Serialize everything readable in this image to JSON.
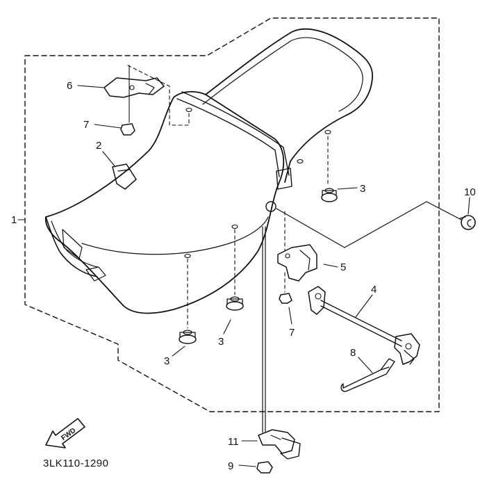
{
  "diagram": {
    "part_code": "3LK110-1290",
    "forward_label": "FWD",
    "callouts": {
      "c1": "1",
      "c2": "2",
      "c3a": "3",
      "c3b": "3",
      "c3c": "3",
      "c4": "4",
      "c5": "5",
      "c6": "6",
      "c7a": "7",
      "c7b": "7",
      "c8": "8",
      "c9": "9",
      "c10": "10",
      "c11": "11"
    }
  }
}
